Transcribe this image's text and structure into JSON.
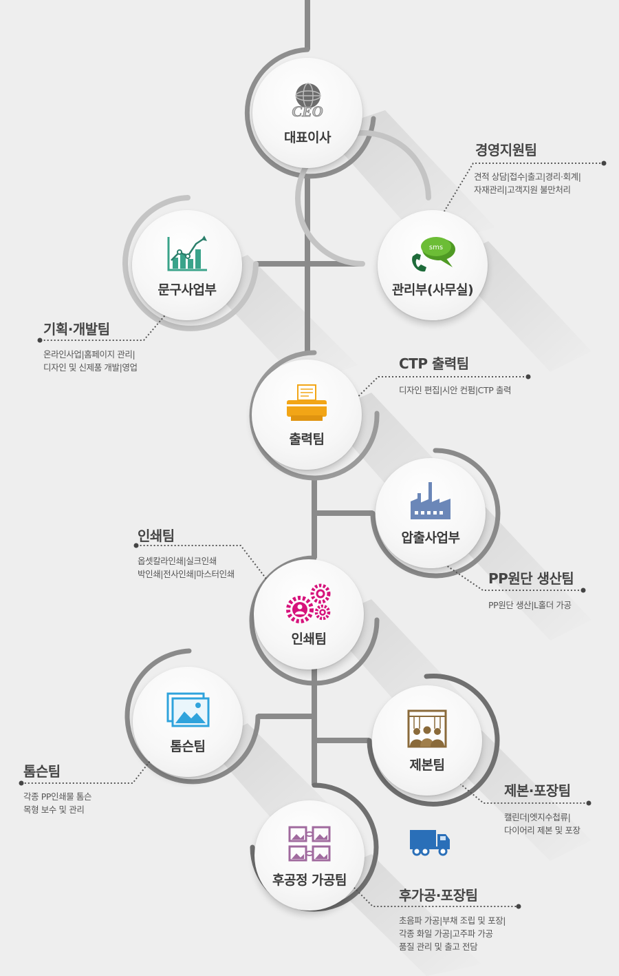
{
  "nodes": {
    "ceo": {
      "label": "대표이사",
      "icon": "ceo-globe-icon",
      "icon_text": "CEO"
    },
    "stationery": {
      "label": "문구사업부",
      "icon": "growth-chart-icon"
    },
    "admin": {
      "label": "관리부(사무실)",
      "icon": "sms-phone-icon",
      "icon_text": "sms"
    },
    "print_out": {
      "label": "출력팀",
      "icon": "printer-icon"
    },
    "extrusion": {
      "label": "압출사업부",
      "icon": "factory-icon"
    },
    "printing": {
      "label": "인쇄팀",
      "icon": "gears-icon"
    },
    "thomson": {
      "label": "톰슨팀",
      "icon": "image-frames-icon"
    },
    "binding": {
      "label": "제본팀",
      "icon": "workers-icon"
    },
    "post": {
      "label": "후공정 가공팀",
      "icon": "linked-panels-icon"
    }
  },
  "teams": {
    "management_support": {
      "title": "경영지원팀",
      "lines": [
        "견적 상담|접수|출고|경리·회계|",
        "자재관리|고객지원 불만처리"
      ]
    },
    "planning": {
      "title": "기획·개발팀",
      "lines": [
        "온라인사업|홈페이지 관리|",
        "디자인 및 신제품 개발|영업"
      ]
    },
    "ctp": {
      "title": "CTP 출력팀",
      "lines": [
        "디자인 편집|시안 컨펌|CTP 출력"
      ]
    },
    "printing_team": {
      "title": "인쇄팀",
      "lines": [
        "옵셋칼라인쇄|실크인쇄",
        "박인쇄|전사인쇄|마스터인쇄"
      ]
    },
    "pp_cutting": {
      "title": "PP원단 생산팀",
      "lines": [
        "PP원단 생산|L홀더 가공"
      ]
    },
    "thomson_team": {
      "title": "톰슨팀",
      "lines": [
        "각종 PP인쇄물 톰슨",
        "목형 보수 및 관리"
      ]
    },
    "binding_packing": {
      "title": "제본·포장팀",
      "lines": [
        "캘린더|엣지수첩류|",
        "다이어리 제본 및 포장"
      ]
    },
    "post_packing": {
      "title": "후가공·포장팀",
      "lines": [
        "초음파 가공|부채 조립 및 포장|",
        "각종 화일 가공|고주파 가공",
        "품질  관리 및 출고 전담"
      ]
    }
  },
  "colors": {
    "trunk": "#8a8a8a",
    "ring_light": "#c4c4c4",
    "ring_dark": "#707070",
    "chart_green": "#3aa38a",
    "sms_green": "#5aa82c",
    "printer_orange": "#f2a516",
    "factory_blue": "#6b87b8",
    "gear_magenta": "#d6127b",
    "frame_blue": "#2fa3dc",
    "workers_brown": "#8a6a3a",
    "panel_purple": "#a06a9e",
    "truck_blue": "#2a6fb8"
  },
  "decorations": {
    "truck": "truck-icon"
  }
}
